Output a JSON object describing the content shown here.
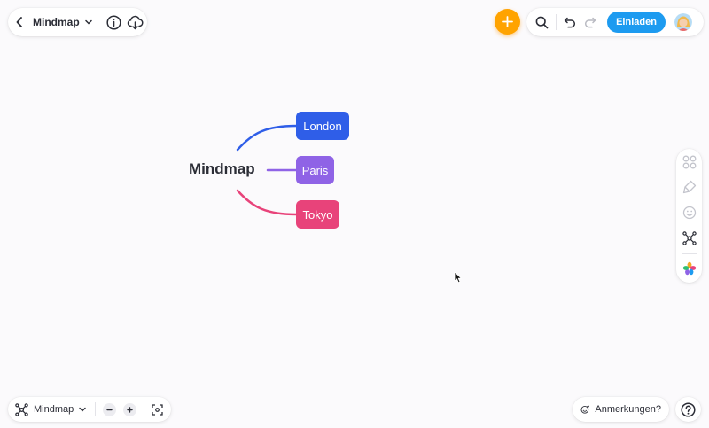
{
  "header": {
    "board_title": "Mindmap",
    "invite_label": "Einladen"
  },
  "mindmap": {
    "root_label": "Mindmap",
    "branches": [
      {
        "label": "London",
        "color": "#2f5ee8"
      },
      {
        "label": "Paris",
        "color": "#8f63e6"
      },
      {
        "label": "Tokyo",
        "color": "#e8437a"
      }
    ]
  },
  "footer": {
    "view_label": "Mindmap",
    "comments_label": "Anmerkungen?"
  },
  "icons": {
    "back": "chevron-left-icon",
    "dropdown": "chevron-down-icon",
    "info": "info-icon",
    "export": "cloud-download-icon",
    "add": "plus-icon",
    "search": "search-icon",
    "undo": "undo-icon",
    "redo": "redo-icon",
    "templates": "templates-icon",
    "style": "brush-icon",
    "sticker": "smiley-icon",
    "structure": "mindmap-structure-icon",
    "color_palette": "palette-icon",
    "zoom_out": "minus-icon",
    "zoom_in": "plus-icon",
    "fit": "fit-screen-icon",
    "help": "help-icon"
  },
  "colors": {
    "accent": "#1d9bf0",
    "add_button": "#ffa300"
  }
}
